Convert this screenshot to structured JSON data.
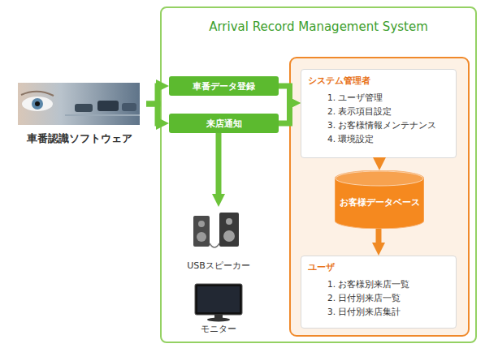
{
  "diagram": {
    "nodes": [
      {
        "text": [
          "車番認識ソフトウェア"
        ]
      },
      {
        "text": [
          "Arrival Record Management System"
        ]
      },
      {
        "text": [
          "車番データ登録"
        ],
        "in": 1
      },
      {
        "text": [
          "来店通知"
        ],
        "in": 1
      },
      {
        "text": [
          "USBスピーカー"
        ],
        "in": 1
      },
      {
        "text": [
          "モニター"
        ],
        "in": 1
      },
      {
        "text": [
          "システム管理者",
          "1. ユーザ管理",
          "2. 表示項目設定",
          "3. お客様情報メンテナンス",
          "4. 環境設定"
        ],
        "in": 1
      },
      {
        "text": [
          "お客様データベース"
        ],
        "in": 1
      },
      {
        "text": [
          "ユーザ",
          "1. お客様別来店一覧",
          "2. 日付別来店一覧",
          "3. 日付別来店集計"
        ],
        "in": 1
      }
    ],
    "edges": [
      {
        "from": 0,
        "to": 2,
        "arrow": "to"
      },
      {
        "from": 0,
        "to": 3,
        "arrow": "to"
      },
      {
        "from": 2,
        "to": 6,
        "arrow": "to"
      },
      {
        "from": 3,
        "to": 6,
        "arrow": "to"
      },
      {
        "from": 3,
        "to": 4,
        "arrow": "to"
      },
      {
        "from": 6,
        "to": 7,
        "arrow": "to"
      },
      {
        "from": 7,
        "to": 8,
        "arrow": "to"
      }
    ]
  }
}
